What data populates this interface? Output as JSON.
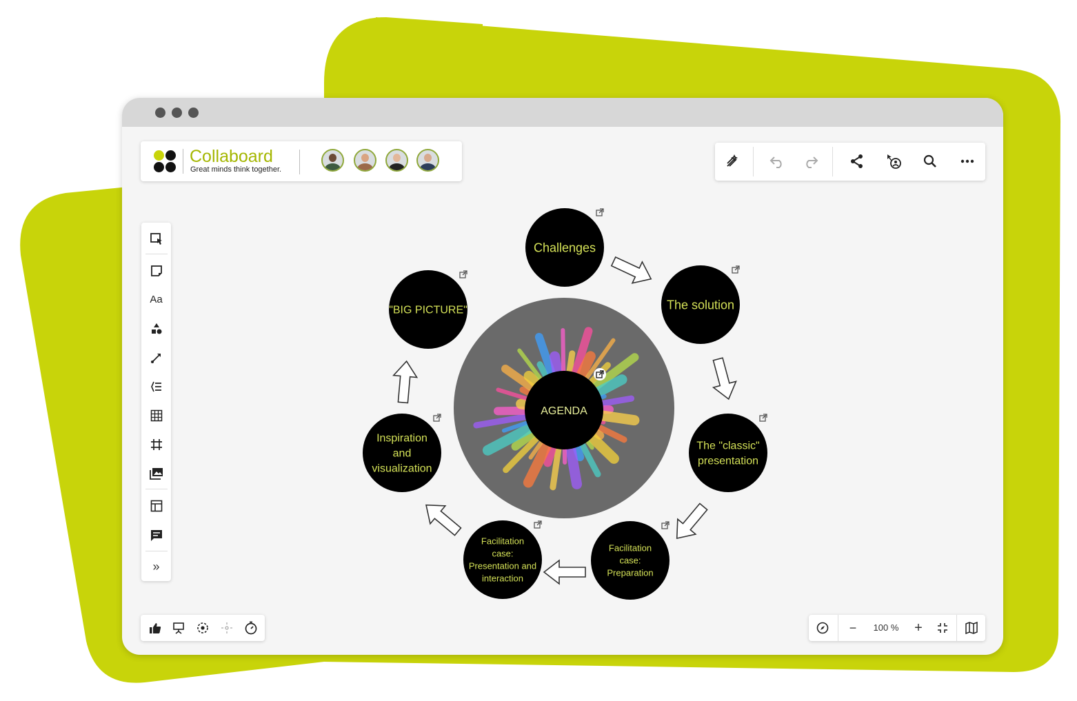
{
  "app": {
    "name": "Collaboard",
    "tagline": "Great minds think together."
  },
  "colors": {
    "accent": "#c8d40a",
    "node_fill": "#000000",
    "node_text": "#d4e157",
    "canvas": "#f5f5f5"
  },
  "collaborators": [
    {
      "name": "avatar-1",
      "skin": "#6b4a36",
      "shirt": "#3d5a40"
    },
    {
      "name": "avatar-2",
      "skin": "#d9a482",
      "shirt": "#9b6a4a"
    },
    {
      "name": "avatar-3",
      "skin": "#e3b79a",
      "shirt": "#222222"
    },
    {
      "name": "avatar-4",
      "skin": "#d7a98c",
      "shirt": "#2e3e5a"
    }
  ],
  "top_toolbar": {
    "icons": [
      "magic-pen-icon",
      "undo-icon",
      "redo-icon",
      "share-icon",
      "follow-user-icon",
      "search-icon",
      "more-icon"
    ]
  },
  "sidebar": {
    "tools": [
      "select-frame-icon",
      "sticky-note-icon",
      "text-tool-icon",
      "shapes-icon",
      "connector-icon",
      "list-icon",
      "table-icon",
      "frame-icon",
      "media-icon",
      "templates-icon",
      "comment-icon",
      "expand-icon"
    ],
    "text_tool_label": "Aa",
    "expand_label": "»"
  },
  "bottom_left_tools": [
    "like-icon",
    "presentation-icon",
    "focus-icon",
    "spotlight-icon",
    "timer-icon"
  ],
  "zoom": {
    "label": "100 %",
    "value": 100,
    "minus": "−",
    "plus": "+"
  },
  "board": {
    "center": {
      "label": "AGENDA"
    },
    "nodes": [
      {
        "id": "challenges",
        "lines": [
          "Challenges"
        ]
      },
      {
        "id": "the-solution",
        "lines": [
          "The solution"
        ]
      },
      {
        "id": "classic-presentation",
        "lines": [
          "The \"classic\"",
          "presentation"
        ]
      },
      {
        "id": "facilitation-preparation",
        "lines": [
          "Facilitation",
          "case:",
          "Preparation"
        ]
      },
      {
        "id": "facilitation-presentation",
        "lines": [
          "Facilitation",
          "case:",
          "Presentation and",
          "interaction"
        ]
      },
      {
        "id": "inspiration-visualization",
        "lines": [
          "Inspiration",
          "and",
          "visualization"
        ]
      },
      {
        "id": "big-picture",
        "lines": [
          "\"BIG PICTURE\""
        ]
      }
    ]
  }
}
